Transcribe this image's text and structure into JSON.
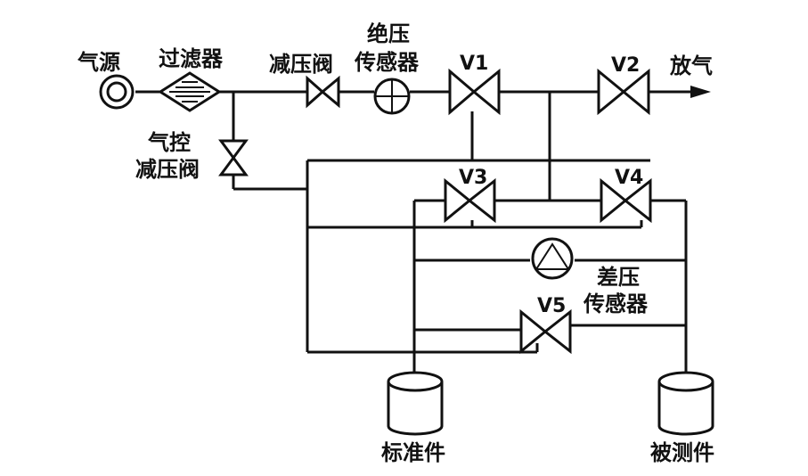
{
  "labels": {
    "gas_source": "气源",
    "filter": "过滤器",
    "reducer": "减压阀",
    "abs_sensor_1": "绝压",
    "abs_sensor_2": "传感器",
    "v1": "V1",
    "v2": "V2",
    "vent": "放气",
    "pilot_1": "气控",
    "pilot_2": "减压阀",
    "v3": "V3",
    "v4": "V4",
    "diff_1": "差压",
    "diff_2": "传感器",
    "v5": "V5",
    "standard": "标准件",
    "test_piece": "被测件"
  }
}
